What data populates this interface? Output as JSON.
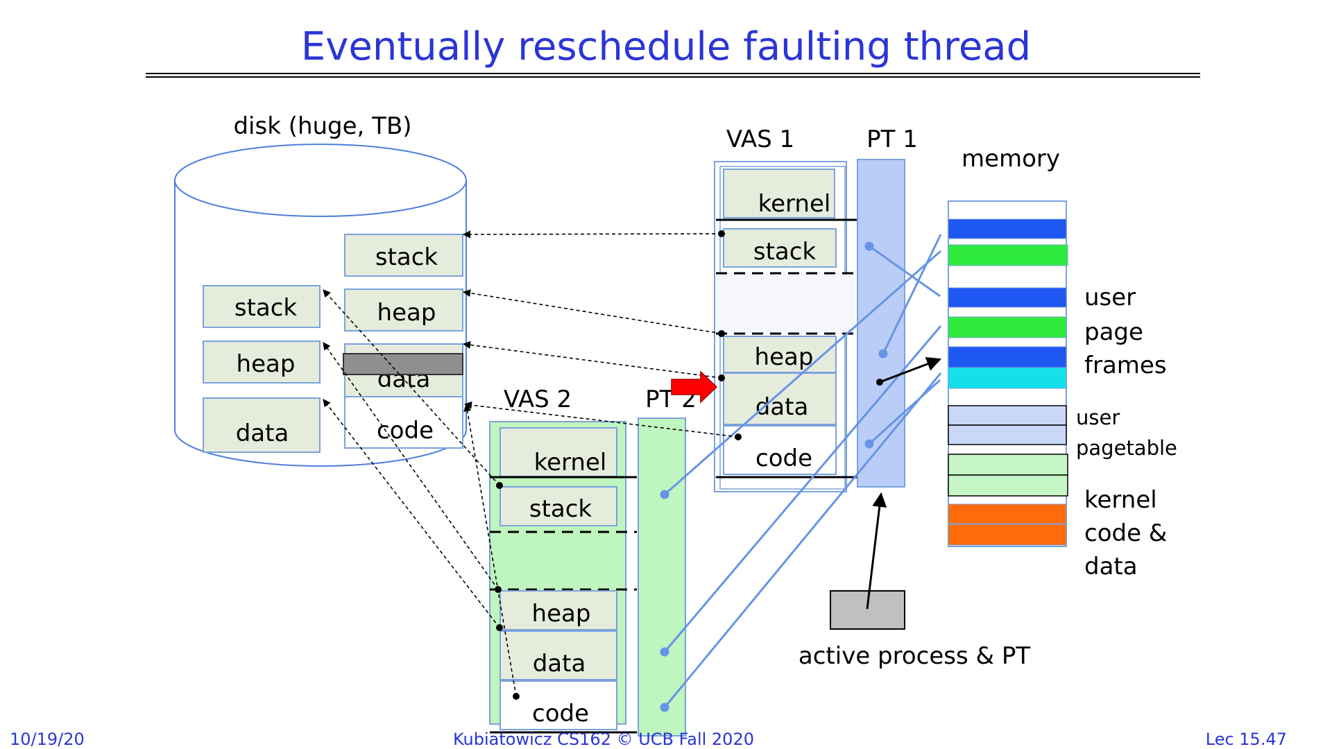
{
  "slide": {
    "title": "Eventually reschedule faulting thread",
    "footer": {
      "date": "10/19/20",
      "course": "Kubiatowicz CS162 © UCB Fall 2020",
      "lecture": "Lec 15.47"
    }
  },
  "disk": {
    "label": "disk (huge, TB)",
    "left_blocks": [
      "stack",
      "heap",
      "data"
    ],
    "right_blocks": [
      "stack",
      "heap",
      "data",
      "code"
    ]
  },
  "vas1": {
    "label": "VAS 1",
    "segments": [
      "kernel",
      "stack",
      "heap",
      "data",
      "code"
    ]
  },
  "pt1": {
    "label": "PT 1"
  },
  "vas2": {
    "label": "VAS 2",
    "segments": [
      "kernel",
      "stack",
      "heap",
      "data",
      "code"
    ]
  },
  "pt2": {
    "label": "PT 2"
  },
  "memory": {
    "label": "memory",
    "regions": {
      "user_frames": [
        "user",
        "page",
        "frames"
      ],
      "user_pagetable": [
        "user",
        "pagetable"
      ],
      "kernel": [
        "kernel",
        "code &",
        "data"
      ]
    }
  },
  "active": {
    "label": "active process & PT"
  },
  "colors": {
    "title": "#2b35d6",
    "blue_line": "#6694e6",
    "segment_fill": "#e6ecdc",
    "vas2_fill": "#bff5bf",
    "pt1_fill": "#b9cdf6",
    "frame_blue": "#1f57f2",
    "frame_green": "#2eeb3c",
    "frame_cyan": "#14e0ec",
    "frame_lightblue": "#cad8f7",
    "frame_lightgreen": "#c6f5c6",
    "frame_orange": "#ff6a0b",
    "fault_arrow": "#ff0000"
  }
}
